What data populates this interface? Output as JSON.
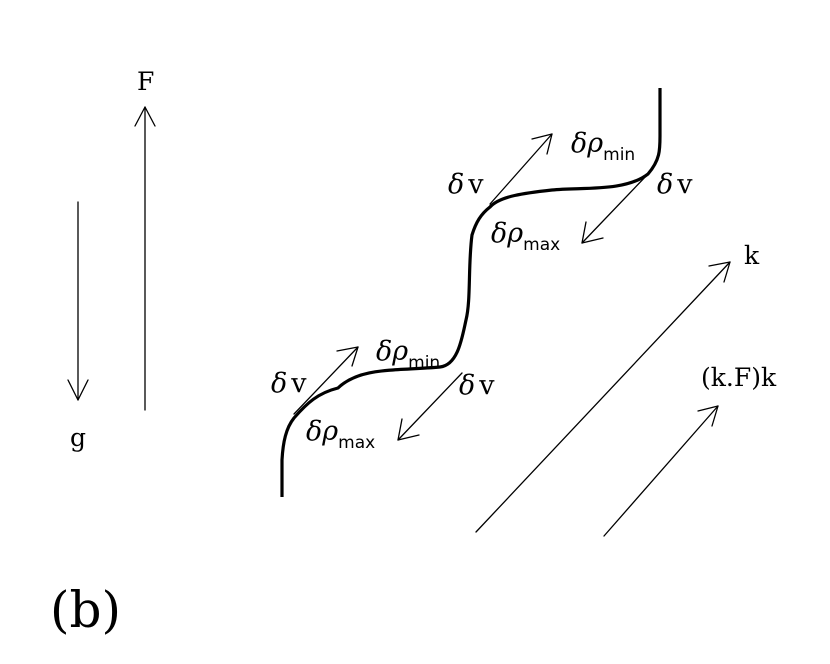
{
  "labels": {
    "force": "F",
    "gravity": "g",
    "wave_vector": "k",
    "projection": "(k.F)k",
    "velocity_symbol": "δ",
    "velocity_letter": "v",
    "density_symbol": "δρ",
    "density_min_sub": "min",
    "density_max_sub": "max",
    "panel": "(b)"
  }
}
